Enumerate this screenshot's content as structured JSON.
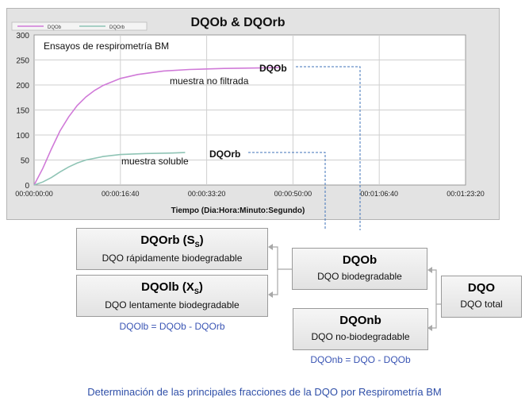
{
  "chart_data": {
    "type": "line",
    "title": "DQOb & DQOrb",
    "subtitle": "Ensayos de respirometría BM",
    "xlabel": "Tiempo (Dia:Hora:Minuto:Segundo)",
    "ylabel": "",
    "x_ticks": [
      "00:00:00:00",
      "00:00:16:40",
      "00:00:33:20",
      "00:00:50:00",
      "00:01:06:40",
      "00:01:23:20"
    ],
    "x_tick_seconds": [
      0,
      1000,
      2000,
      3000,
      4000,
      5000
    ],
    "xlim": [
      0,
      5000
    ],
    "y_ticks": [
      0,
      50,
      100,
      150,
      200,
      250,
      300
    ],
    "ylim": [
      0,
      300
    ],
    "grid": true,
    "legend_placement": "top-left",
    "series": [
      {
        "name": "DQOb",
        "color": "#d07ad8",
        "plateau": 235,
        "end_seconds": 2850,
        "x": [
          0,
          100,
          200,
          300,
          400,
          500,
          600,
          700,
          800,
          1000,
          1200,
          1500,
          1800,
          2200,
          2600,
          2850
        ],
        "y": [
          0,
          33,
          72,
          108,
          136,
          159,
          176,
          189,
          199,
          213,
          221,
          228,
          231,
          233,
          234,
          235
        ]
      },
      {
        "name": "DQOrb",
        "color": "#8fc4b5",
        "plateau": 65,
        "end_seconds": 1750,
        "x": [
          0,
          100,
          200,
          300,
          400,
          500,
          600,
          800,
          1000,
          1300,
          1600,
          1750
        ],
        "y": [
          0,
          6,
          15,
          26,
          36,
          44,
          50,
          57,
          61,
          63,
          64,
          65
        ]
      }
    ],
    "annotations": [
      {
        "text": "DQOb",
        "bold": true
      },
      {
        "text": "muestra no filtrada",
        "bold": false
      },
      {
        "text": "DQOrb",
        "bold": true
      },
      {
        "text": "muestra soluble",
        "bold": false
      }
    ]
  },
  "boxes": {
    "dqorb": {
      "title": "DQOrb (S",
      "sub": "S",
      "title_end": ")",
      "desc": "DQO rápidamente biodegradable"
    },
    "dqolb": {
      "title": "DQOlb (X",
      "sub": "S",
      "title_end": ")",
      "desc": "DQO lentamente biodegradable"
    },
    "dqob": {
      "title": "DQOb",
      "desc": "DQO biodegradable"
    },
    "dqo": {
      "title": "DQO",
      "desc": "DQO total"
    },
    "dqonb": {
      "title": "DQOnb",
      "desc": "DQO no-biodegradable"
    }
  },
  "equations": {
    "dqolb": "DQOlb = DQOb - DQOrb",
    "dqonb": "DQOnb = DQO - DQOb"
  },
  "caption": "Determinación de las principales fracciones de la DQO por Respirometría BM",
  "colors": {
    "dqob_line": "#d07ad8",
    "dqorb_line": "#8fc4b5",
    "connector": "#3f73b8",
    "equation": "#3a55b4"
  }
}
